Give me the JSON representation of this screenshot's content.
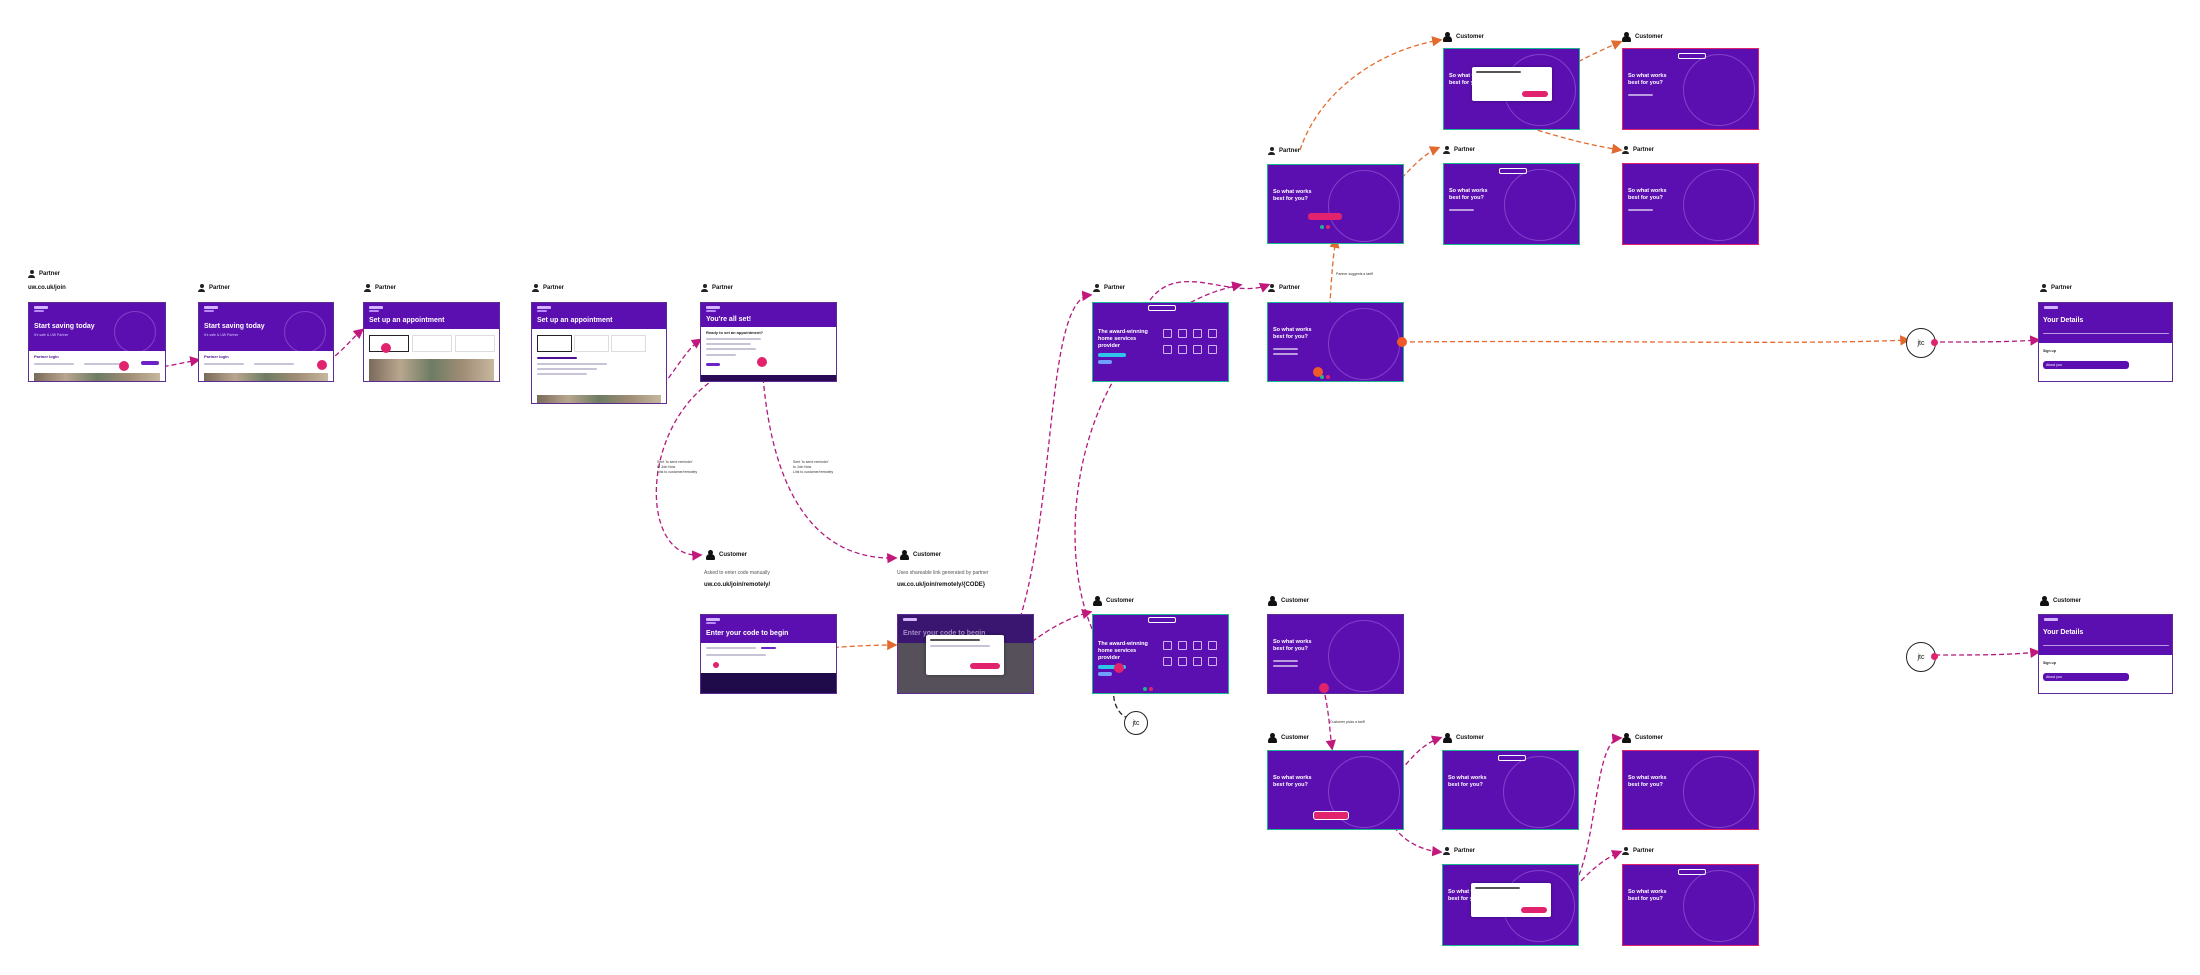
{
  "roles": {
    "partner": "Partner",
    "customer": "Customer"
  },
  "urls": {
    "partner_join": "uw.co.uk/join",
    "remote_join": "uw.co.uk/join/remotely/",
    "remote_code": "uw.co.uk/join/remotely/{CODE}"
  },
  "subtitles": {
    "remote_join": "Asked to enter code manually",
    "remote_code": "Uses shareable link generated by partner"
  },
  "notes": {
    "branch_left": "Sent 'to send reminder'\nto Join Now\nLink to customer/remotely",
    "branch_right": "Sent 'to send reminder'\nto Join Now\nLink to customer/remotely",
    "partner_picks": "Partner suggests a tariff",
    "customer_picks": "Customer picks a tariff"
  },
  "screens": {
    "start_saving": "Start saving today",
    "start_saving_sub": "It's safe & UW Partner",
    "partner_login": "Partner login",
    "setup_appt": "Set up an appointment",
    "all_set": "You're all set!",
    "all_set_q": "Ready to set an appointment?",
    "enter_code": "Enter your code to begin",
    "award": "The award-winning home services provider",
    "works_best": "So what works best for you?",
    "your_details": "Your Details",
    "sign_up": "Sign up",
    "about_you": "About you"
  },
  "jtc_label": "jtc",
  "colors": {
    "brand_purple": "#5b0fb0",
    "accent_pink": "#e0236c",
    "orange": "#f05a28",
    "highlight_teal": "#1bb58f"
  }
}
